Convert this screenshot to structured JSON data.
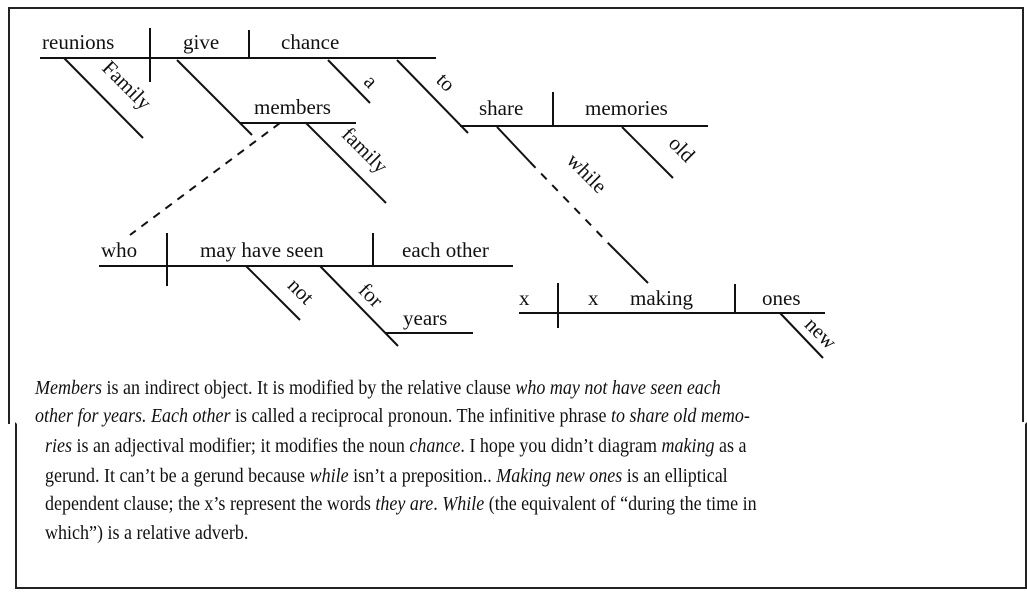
{
  "diagram": {
    "main": {
      "subject": "reunions",
      "verb": "give",
      "object": "chance",
      "subject_modifier": "Family",
      "article": "a"
    },
    "indirect_object": {
      "word": "members",
      "modifier": "family"
    },
    "infinitive": {
      "preposition": "to",
      "verb": "share",
      "object": "memories",
      "object_modifier": "old",
      "connector": "while"
    },
    "relative_clause": {
      "subject": "who",
      "verb": "may have seen",
      "object": "each other",
      "adverb": "not",
      "preposition": "for",
      "prep_object": "years"
    },
    "elliptical_clause": {
      "subject": "x",
      "auxiliary": "x",
      "verb": "making",
      "object": "ones",
      "object_modifier": "new"
    }
  },
  "explanation": {
    "lines": [
      [
        {
          "t": "Members",
          "i": true
        },
        {
          "t": " is an indirect object. It is modified by the relative clause ",
          "i": false
        },
        {
          "t": "who may not have seen each",
          "i": true
        }
      ],
      [
        {
          "t": "other for years. Each other",
          "i": true
        },
        {
          "t": " is called a reciprocal pronoun. The infinitive phrase ",
          "i": false
        },
        {
          "t": "to share old memo-",
          "i": true
        }
      ],
      [
        {
          "t": "ries",
          "i": true
        },
        {
          "t": " is an adjectival modifier; it modifies the noun ",
          "i": false
        },
        {
          "t": "chance",
          "i": true
        },
        {
          "t": ". I hope you didn’t diagram ",
          "i": false
        },
        {
          "t": "making",
          "i": true
        },
        {
          "t": " as a",
          "i": false
        }
      ],
      [
        {
          "t": "gerund. It can’t be a gerund because ",
          "i": false
        },
        {
          "t": "while",
          "i": true
        },
        {
          "t": " isn’t a preposition.. ",
          "i": false
        },
        {
          "t": "Making new ones",
          "i": true
        },
        {
          "t": " is an elliptical",
          "i": false
        }
      ],
      [
        {
          "t": "dependent clause; the x’s represent the words ",
          "i": false
        },
        {
          "t": "they are",
          "i": true
        },
        {
          "t": ". ",
          "i": false
        },
        {
          "t": "While",
          "i": true
        },
        {
          "t": " (the equivalent of “during the time in",
          "i": false
        }
      ],
      [
        {
          "t": "which”) is a relative adverb.",
          "i": false
        }
      ]
    ]
  }
}
